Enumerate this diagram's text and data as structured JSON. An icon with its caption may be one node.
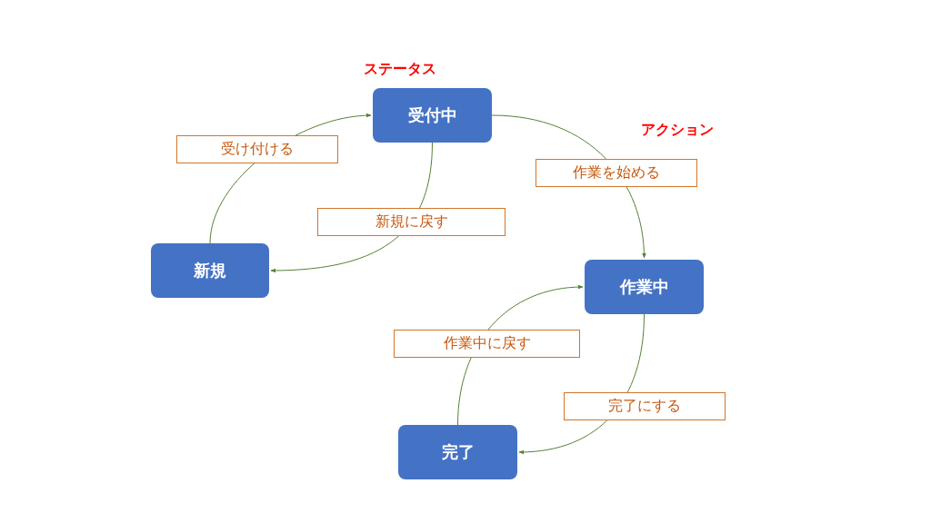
{
  "diagram": {
    "nodes": [
      {
        "text": [
          "受付中"
        ]
      },
      {
        "text": [
          "新規"
        ]
      },
      {
        "text": [
          "作業中"
        ]
      },
      {
        "text": [
          "完了"
        ]
      }
    ],
    "edges": [
      {
        "from": 1,
        "to": 0,
        "arrow": "to",
        "label": "受け付ける"
      },
      {
        "from": 0,
        "to": 1,
        "arrow": "to",
        "label": "新規に戻す"
      },
      {
        "from": 0,
        "to": 2,
        "arrow": "to",
        "label": "作業を始める"
      },
      {
        "from": 2,
        "to": 3,
        "arrow": "to",
        "label": "完了にする"
      },
      {
        "from": 3,
        "to": 2,
        "arrow": "to",
        "label": "作業中に戻す"
      }
    ],
    "labels": [
      "ステータス",
      "アクション"
    ]
  }
}
